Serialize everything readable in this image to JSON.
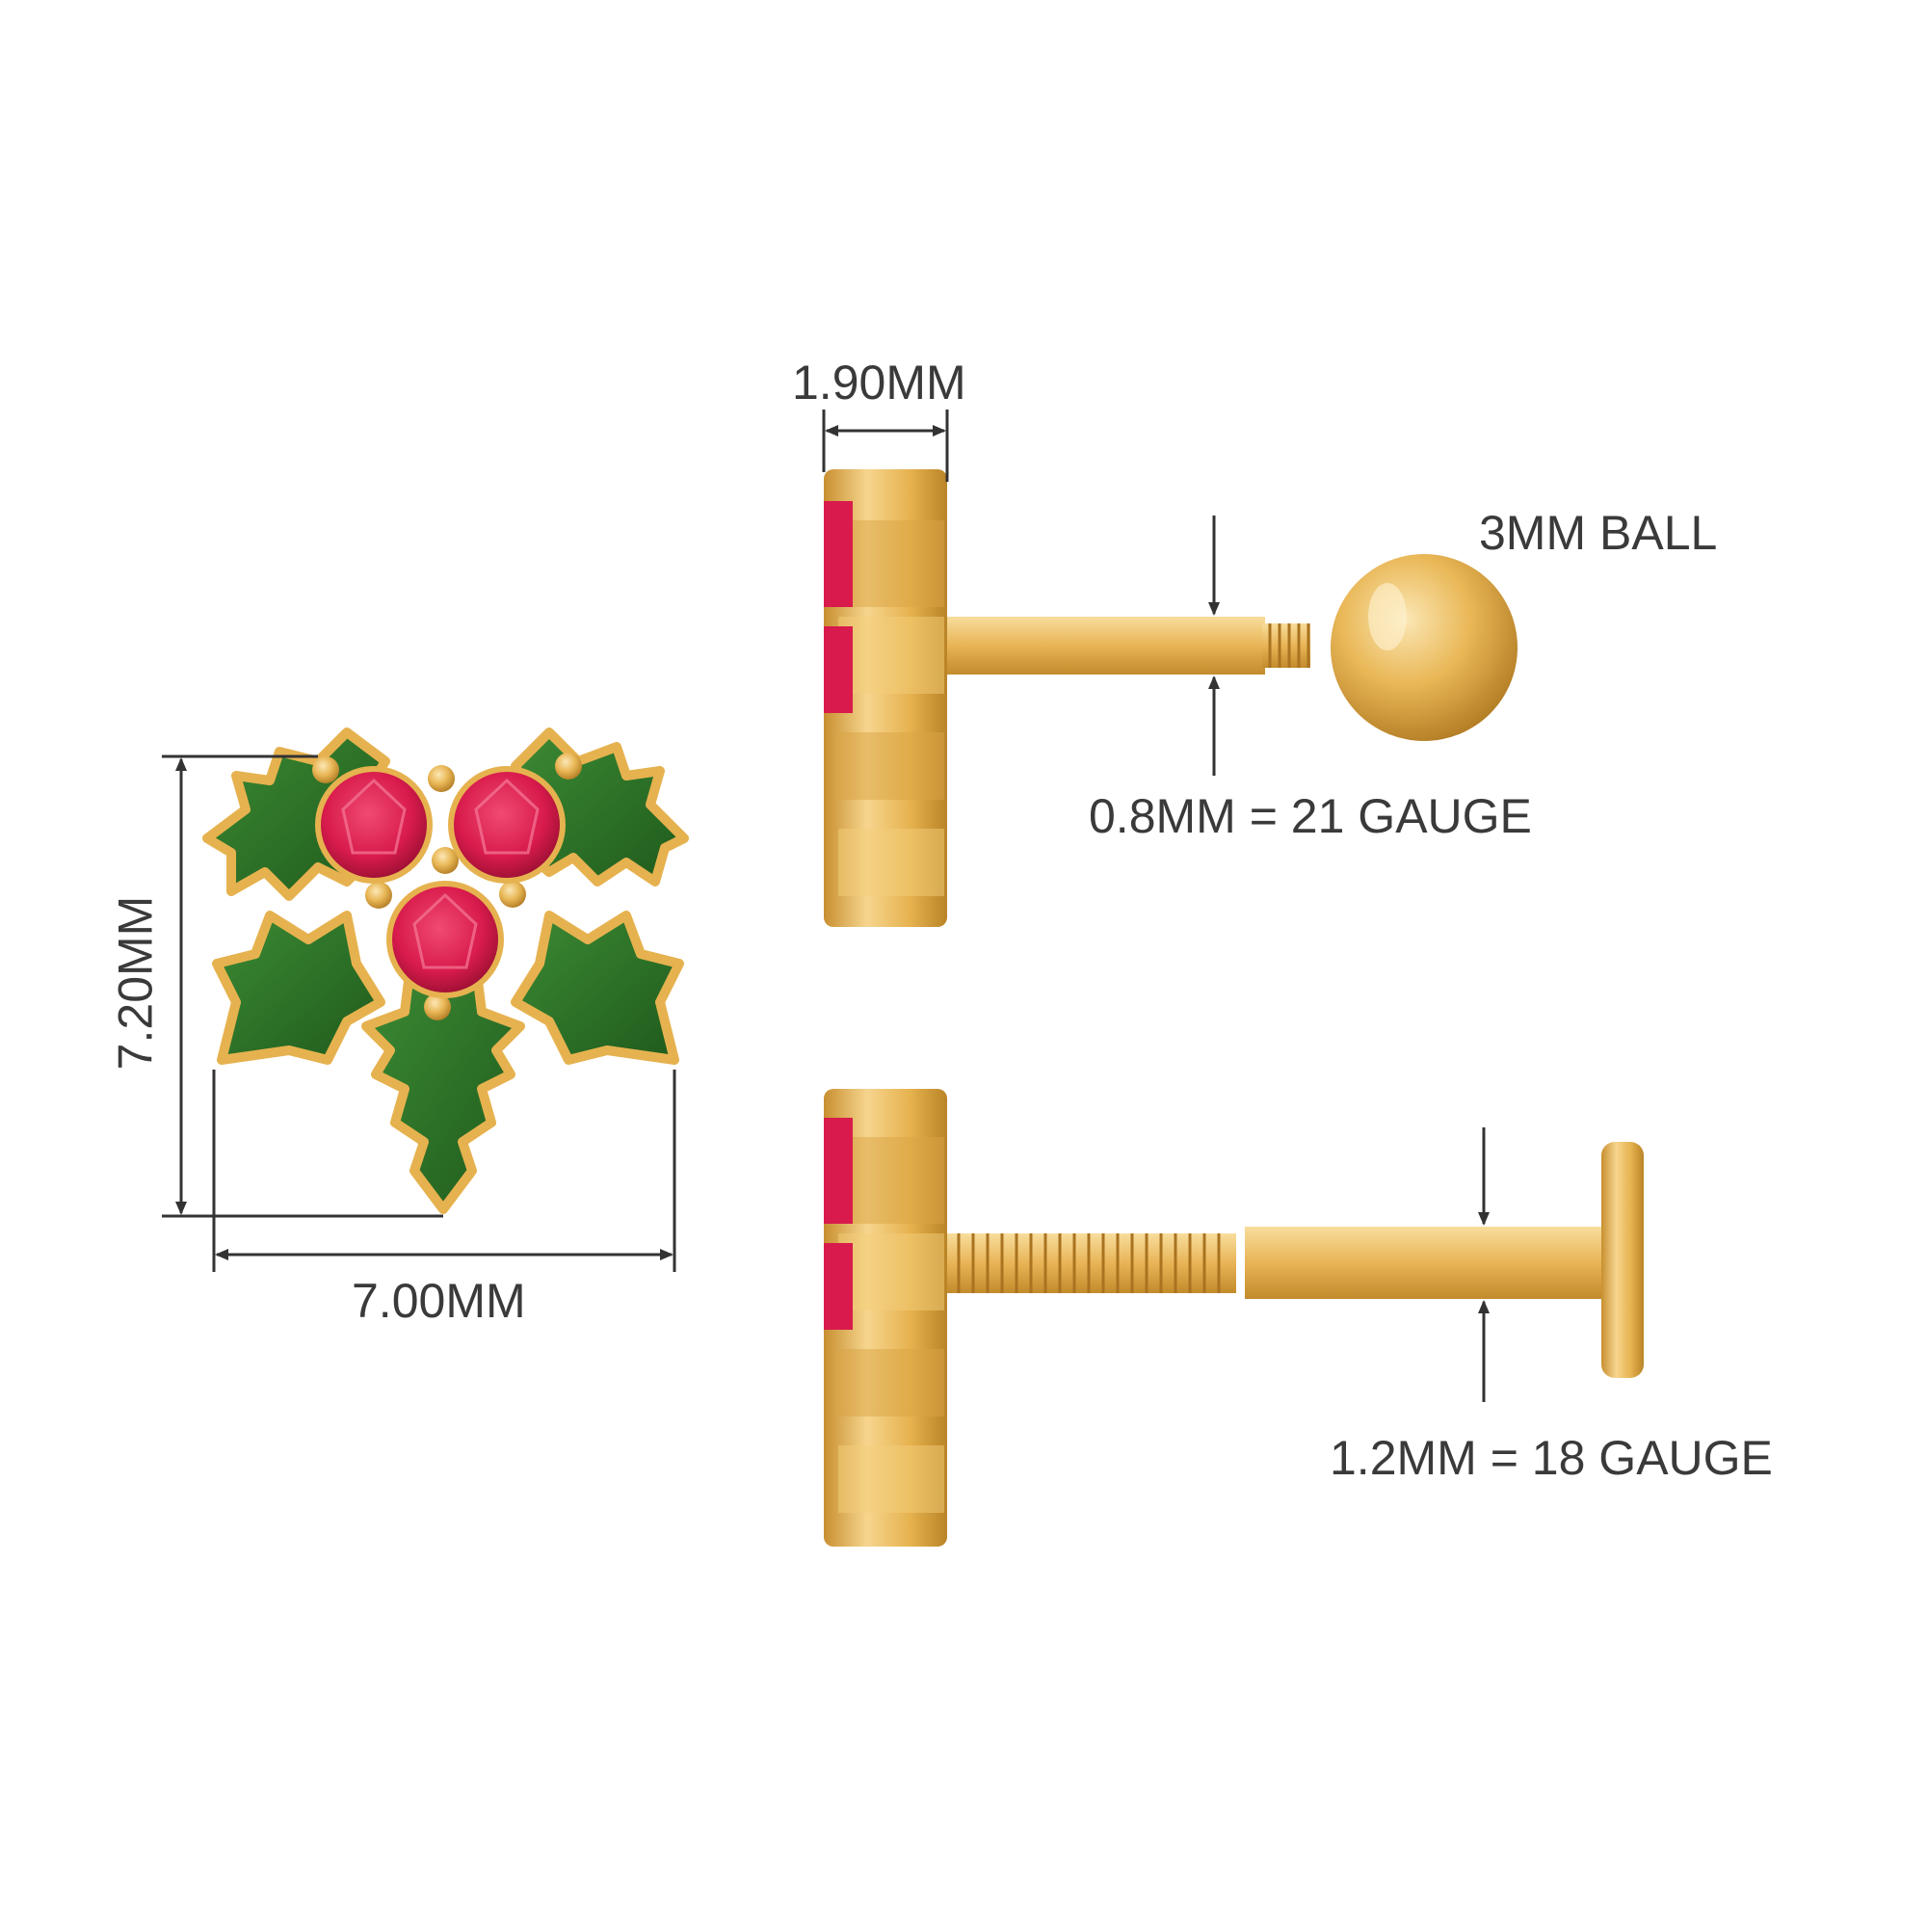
{
  "labels": {
    "width": "7.00MM",
    "height": "7.20MM",
    "thickness": "1.90MM",
    "ball": "3MM BALL",
    "gauge_21": "0.8MM = 21 GAUGE",
    "gauge_18": "1.2MM = 18 GAUGE"
  },
  "colors": {
    "gold_light": "#f6d58e",
    "gold_mid": "#e6b24f",
    "gold_dark": "#b98426",
    "ruby": "#d81b4c",
    "ruby_dark": "#9b0f33",
    "enamel_green": "#2f7a2a",
    "enamel_dark": "#1f5a1c",
    "dimension_line": "#333333"
  }
}
